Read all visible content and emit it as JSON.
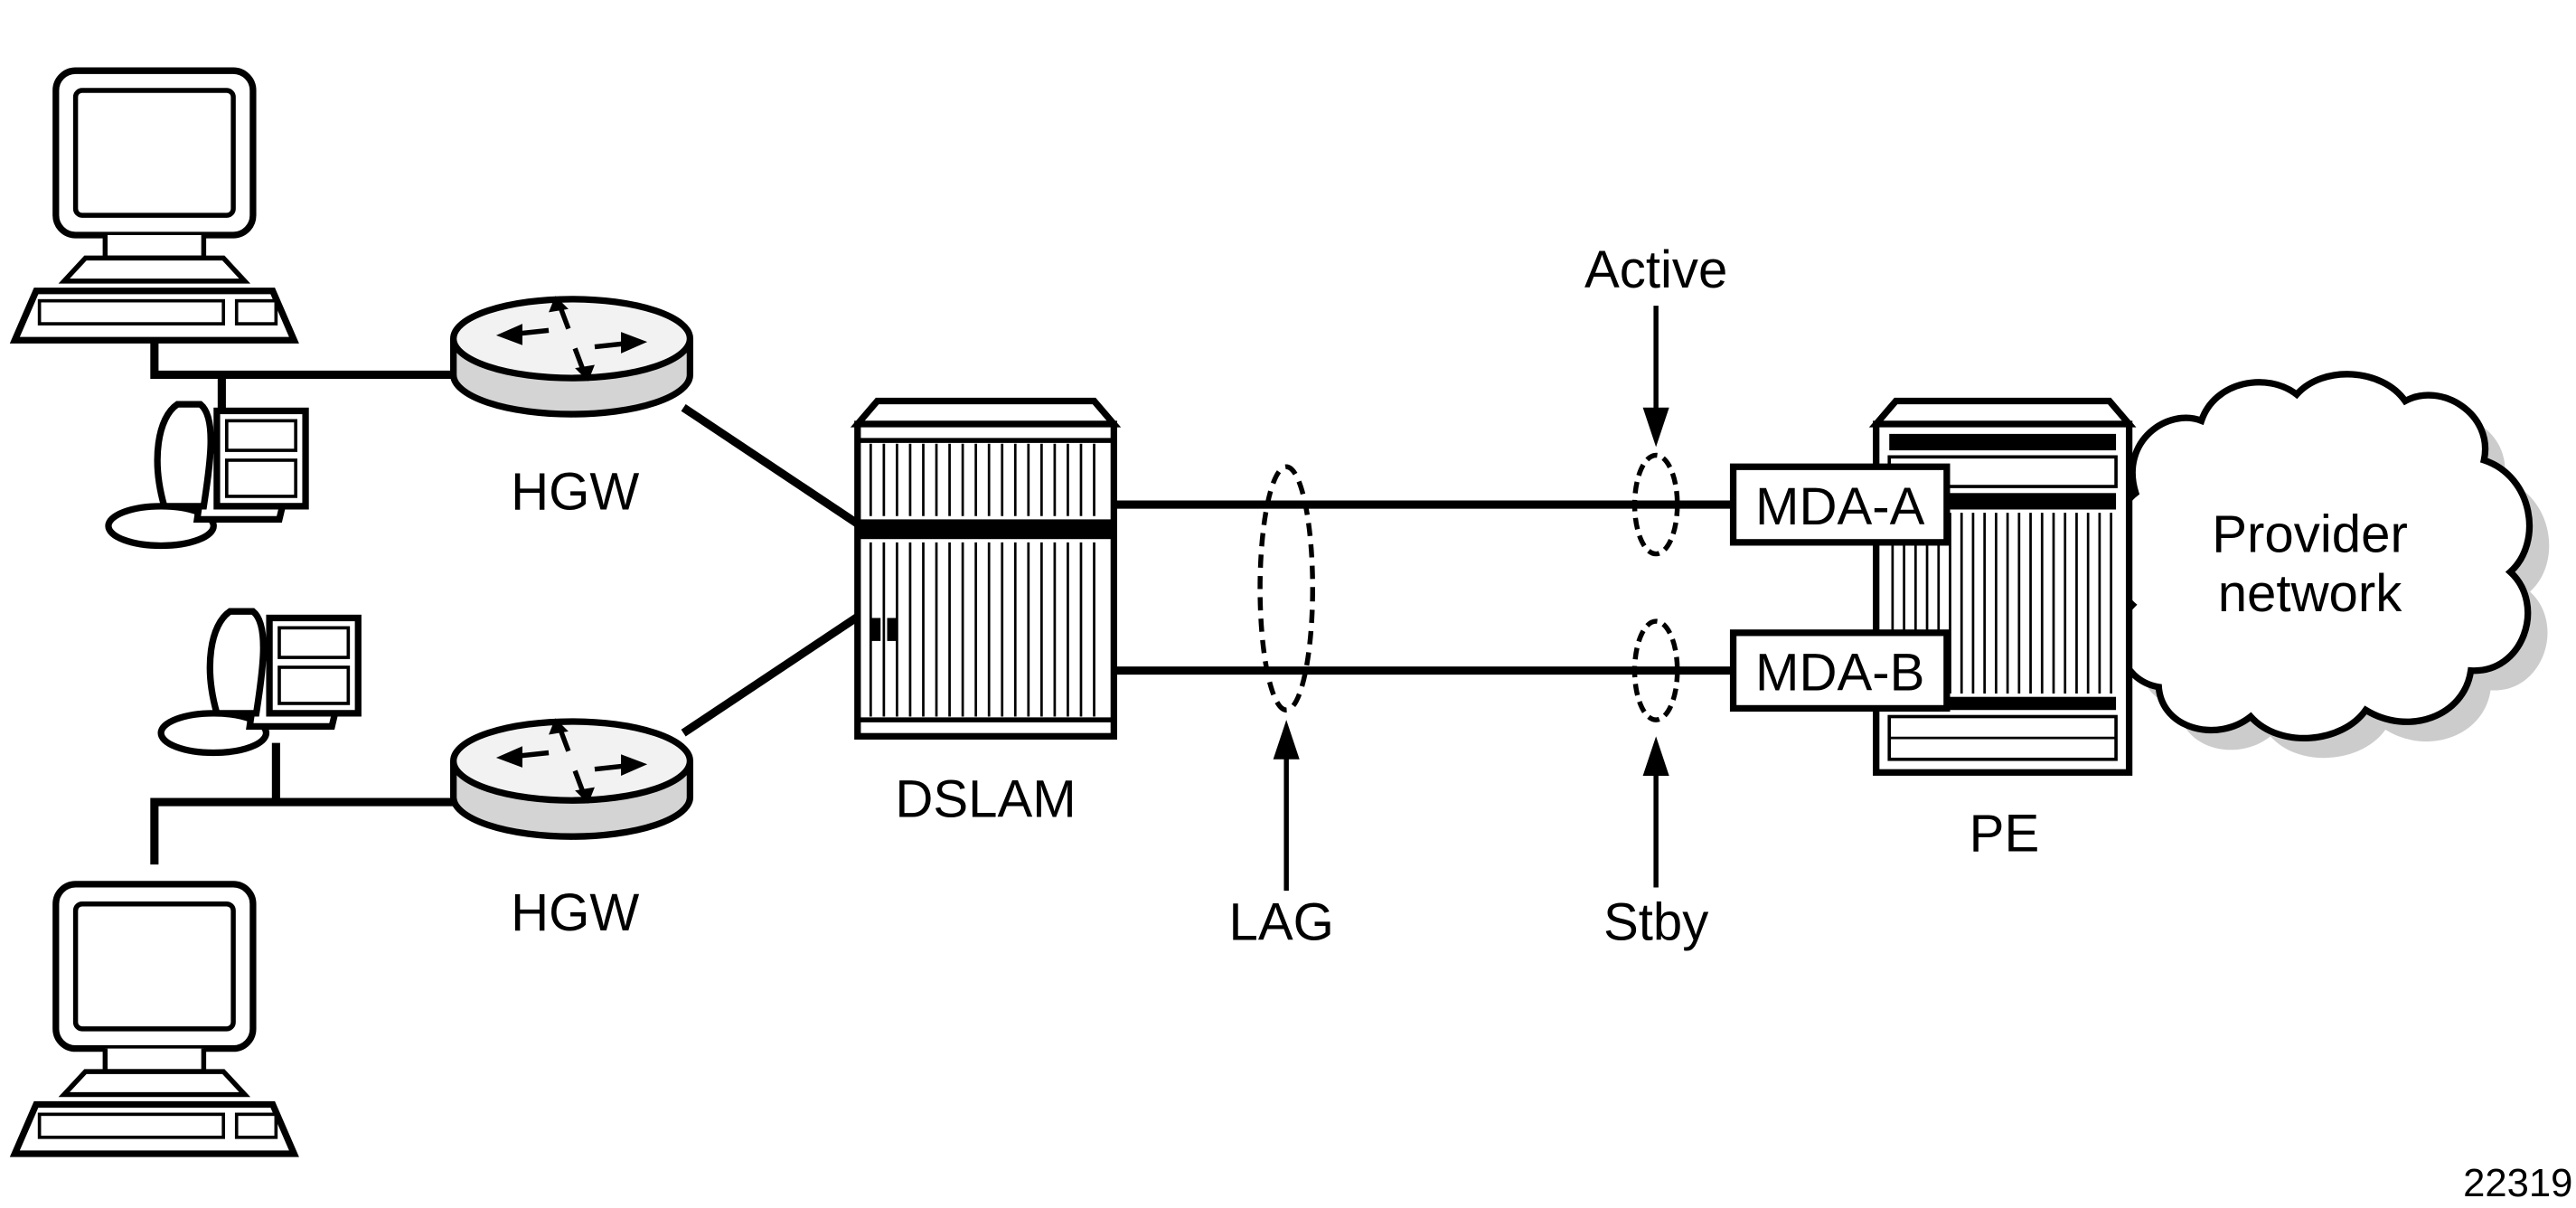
{
  "labels": {
    "hgw_top": "HGW",
    "hgw_bottom": "HGW",
    "dslam": "DSLAM",
    "lag": "LAG",
    "active": "Active",
    "stby": "Stby",
    "mda_a": "MDA-A",
    "mda_b": "MDA-B",
    "pe": "PE",
    "provider_line1": "Provider",
    "provider_line2": "network",
    "figure_id": "22319"
  },
  "colors": {
    "line": "#000000",
    "router_top": "#f2f2f2",
    "router_side": "#d4d4d4",
    "cloud_shadow": "#cccccc",
    "background": "#ffffff"
  },
  "icons": {
    "terminal": "desktop-computer-icon",
    "phone": "telephone-icon",
    "router": "router-icon",
    "dslam": "dslam-chassis-icon",
    "pe": "pe-router-chassis-icon",
    "cloud": "cloud-icon"
  }
}
